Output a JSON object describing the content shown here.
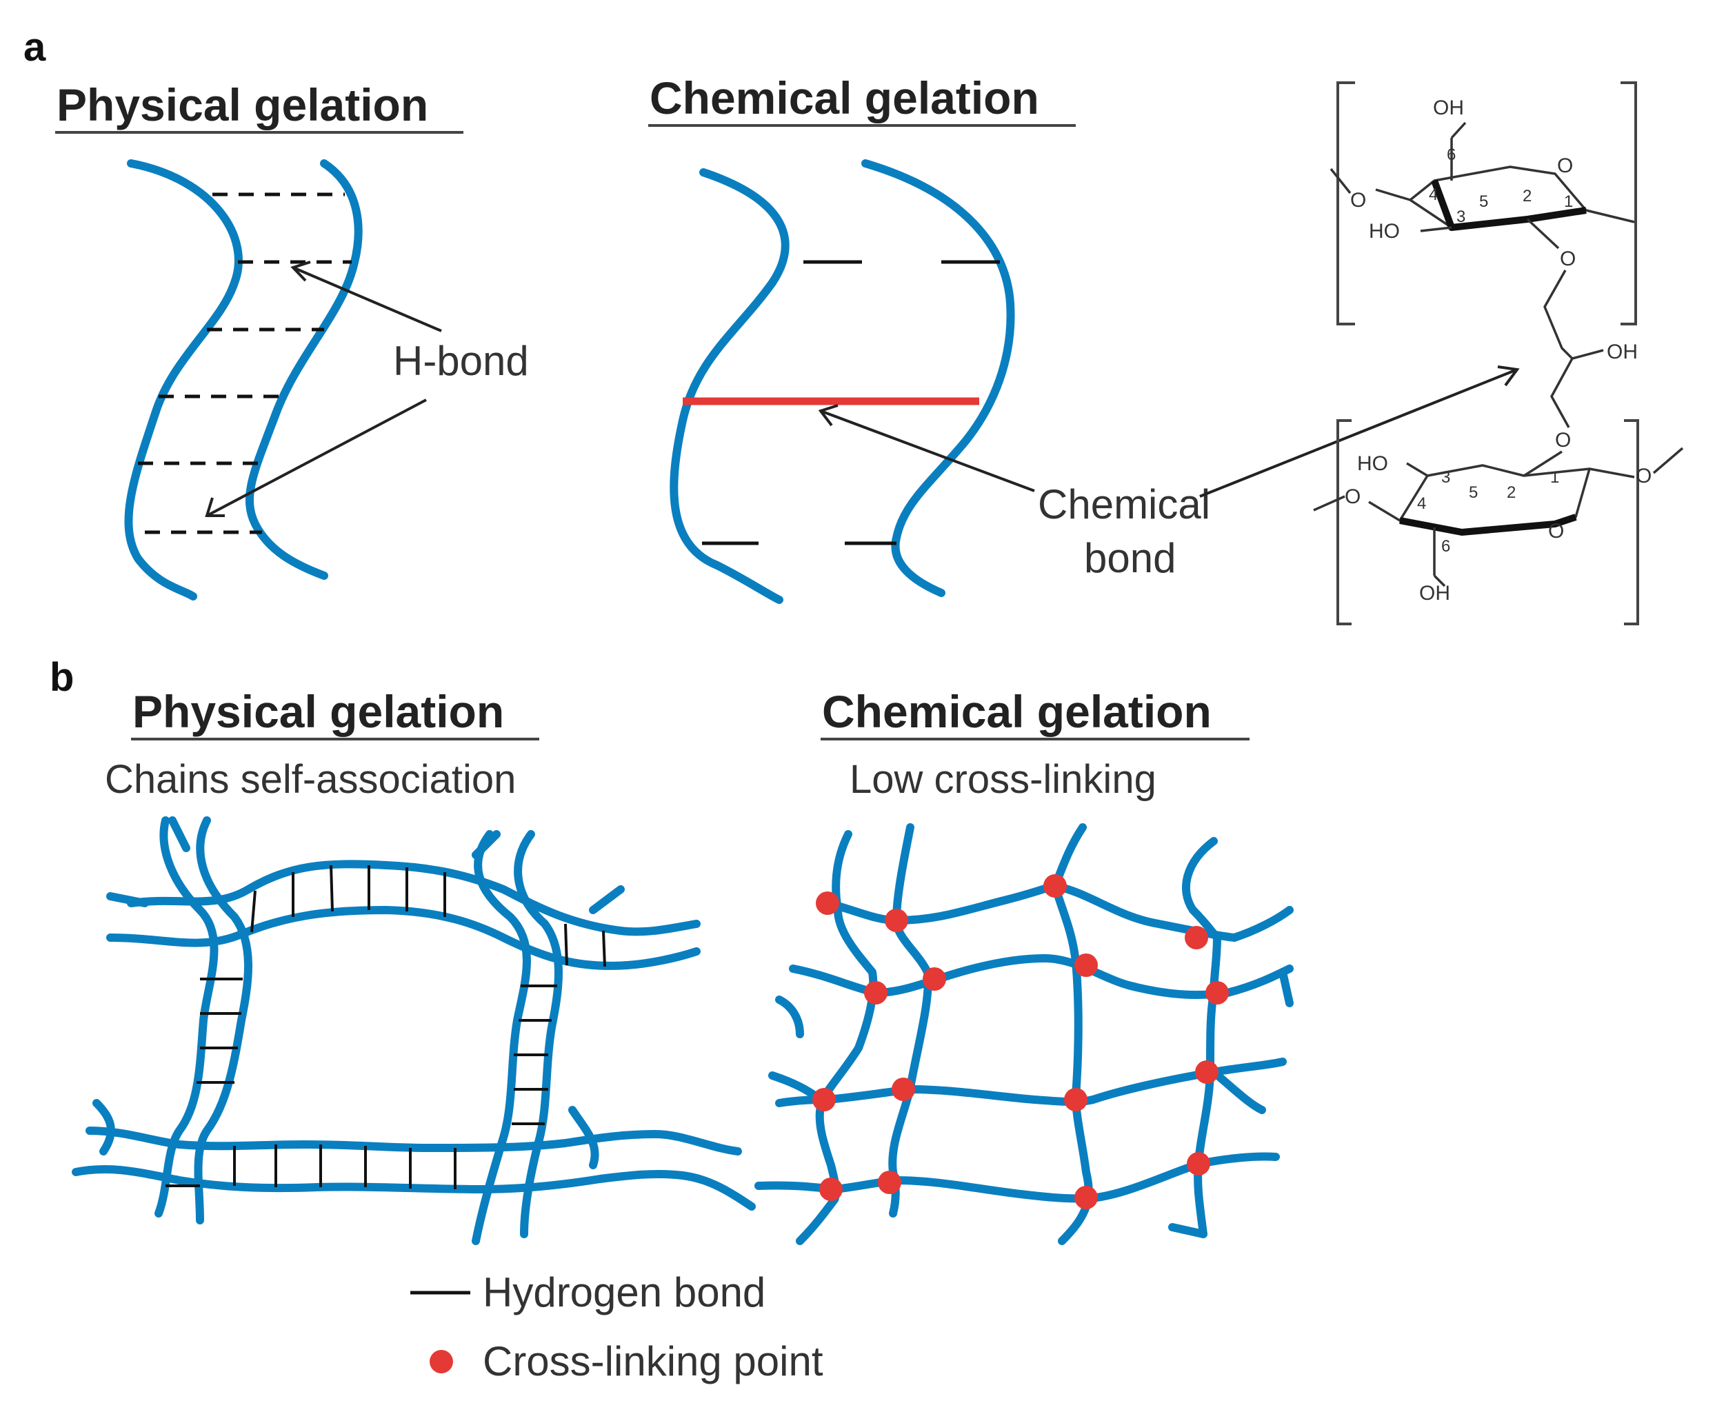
{
  "panel_a": {
    "letter": "a",
    "physical_heading": "Physical gelation",
    "chemical_heading": "Chemical gelation",
    "hbond_label": "H-bond",
    "chemical_bond_label_line1": "Chemical",
    "chemical_bond_label_line2": "bond",
    "structure": {
      "top_oh": "OH",
      "top_ho": "HO",
      "linker_oh": "OH",
      "bottom_ho": "HO",
      "bottom_oh": "OH",
      "top_numbers": [
        "6",
        "4",
        "5",
        "3",
        "2",
        "1"
      ],
      "bottom_numbers": [
        "3",
        "4",
        "5",
        "2",
        "1",
        "6"
      ]
    }
  },
  "panel_b": {
    "letter": "b",
    "physical_heading": "Physical gelation",
    "physical_subtitle": "Chains self-association",
    "chemical_heading": "Chemical gelation",
    "chemical_subtitle": "Low cross-linking"
  },
  "legend": {
    "hydrogen_bond": "Hydrogen bond",
    "crosslink_point": "Cross-linking point"
  },
  "colors": {
    "chain": "#0a7fc0",
    "crosslink": "#e53935",
    "bond": "#111111"
  }
}
